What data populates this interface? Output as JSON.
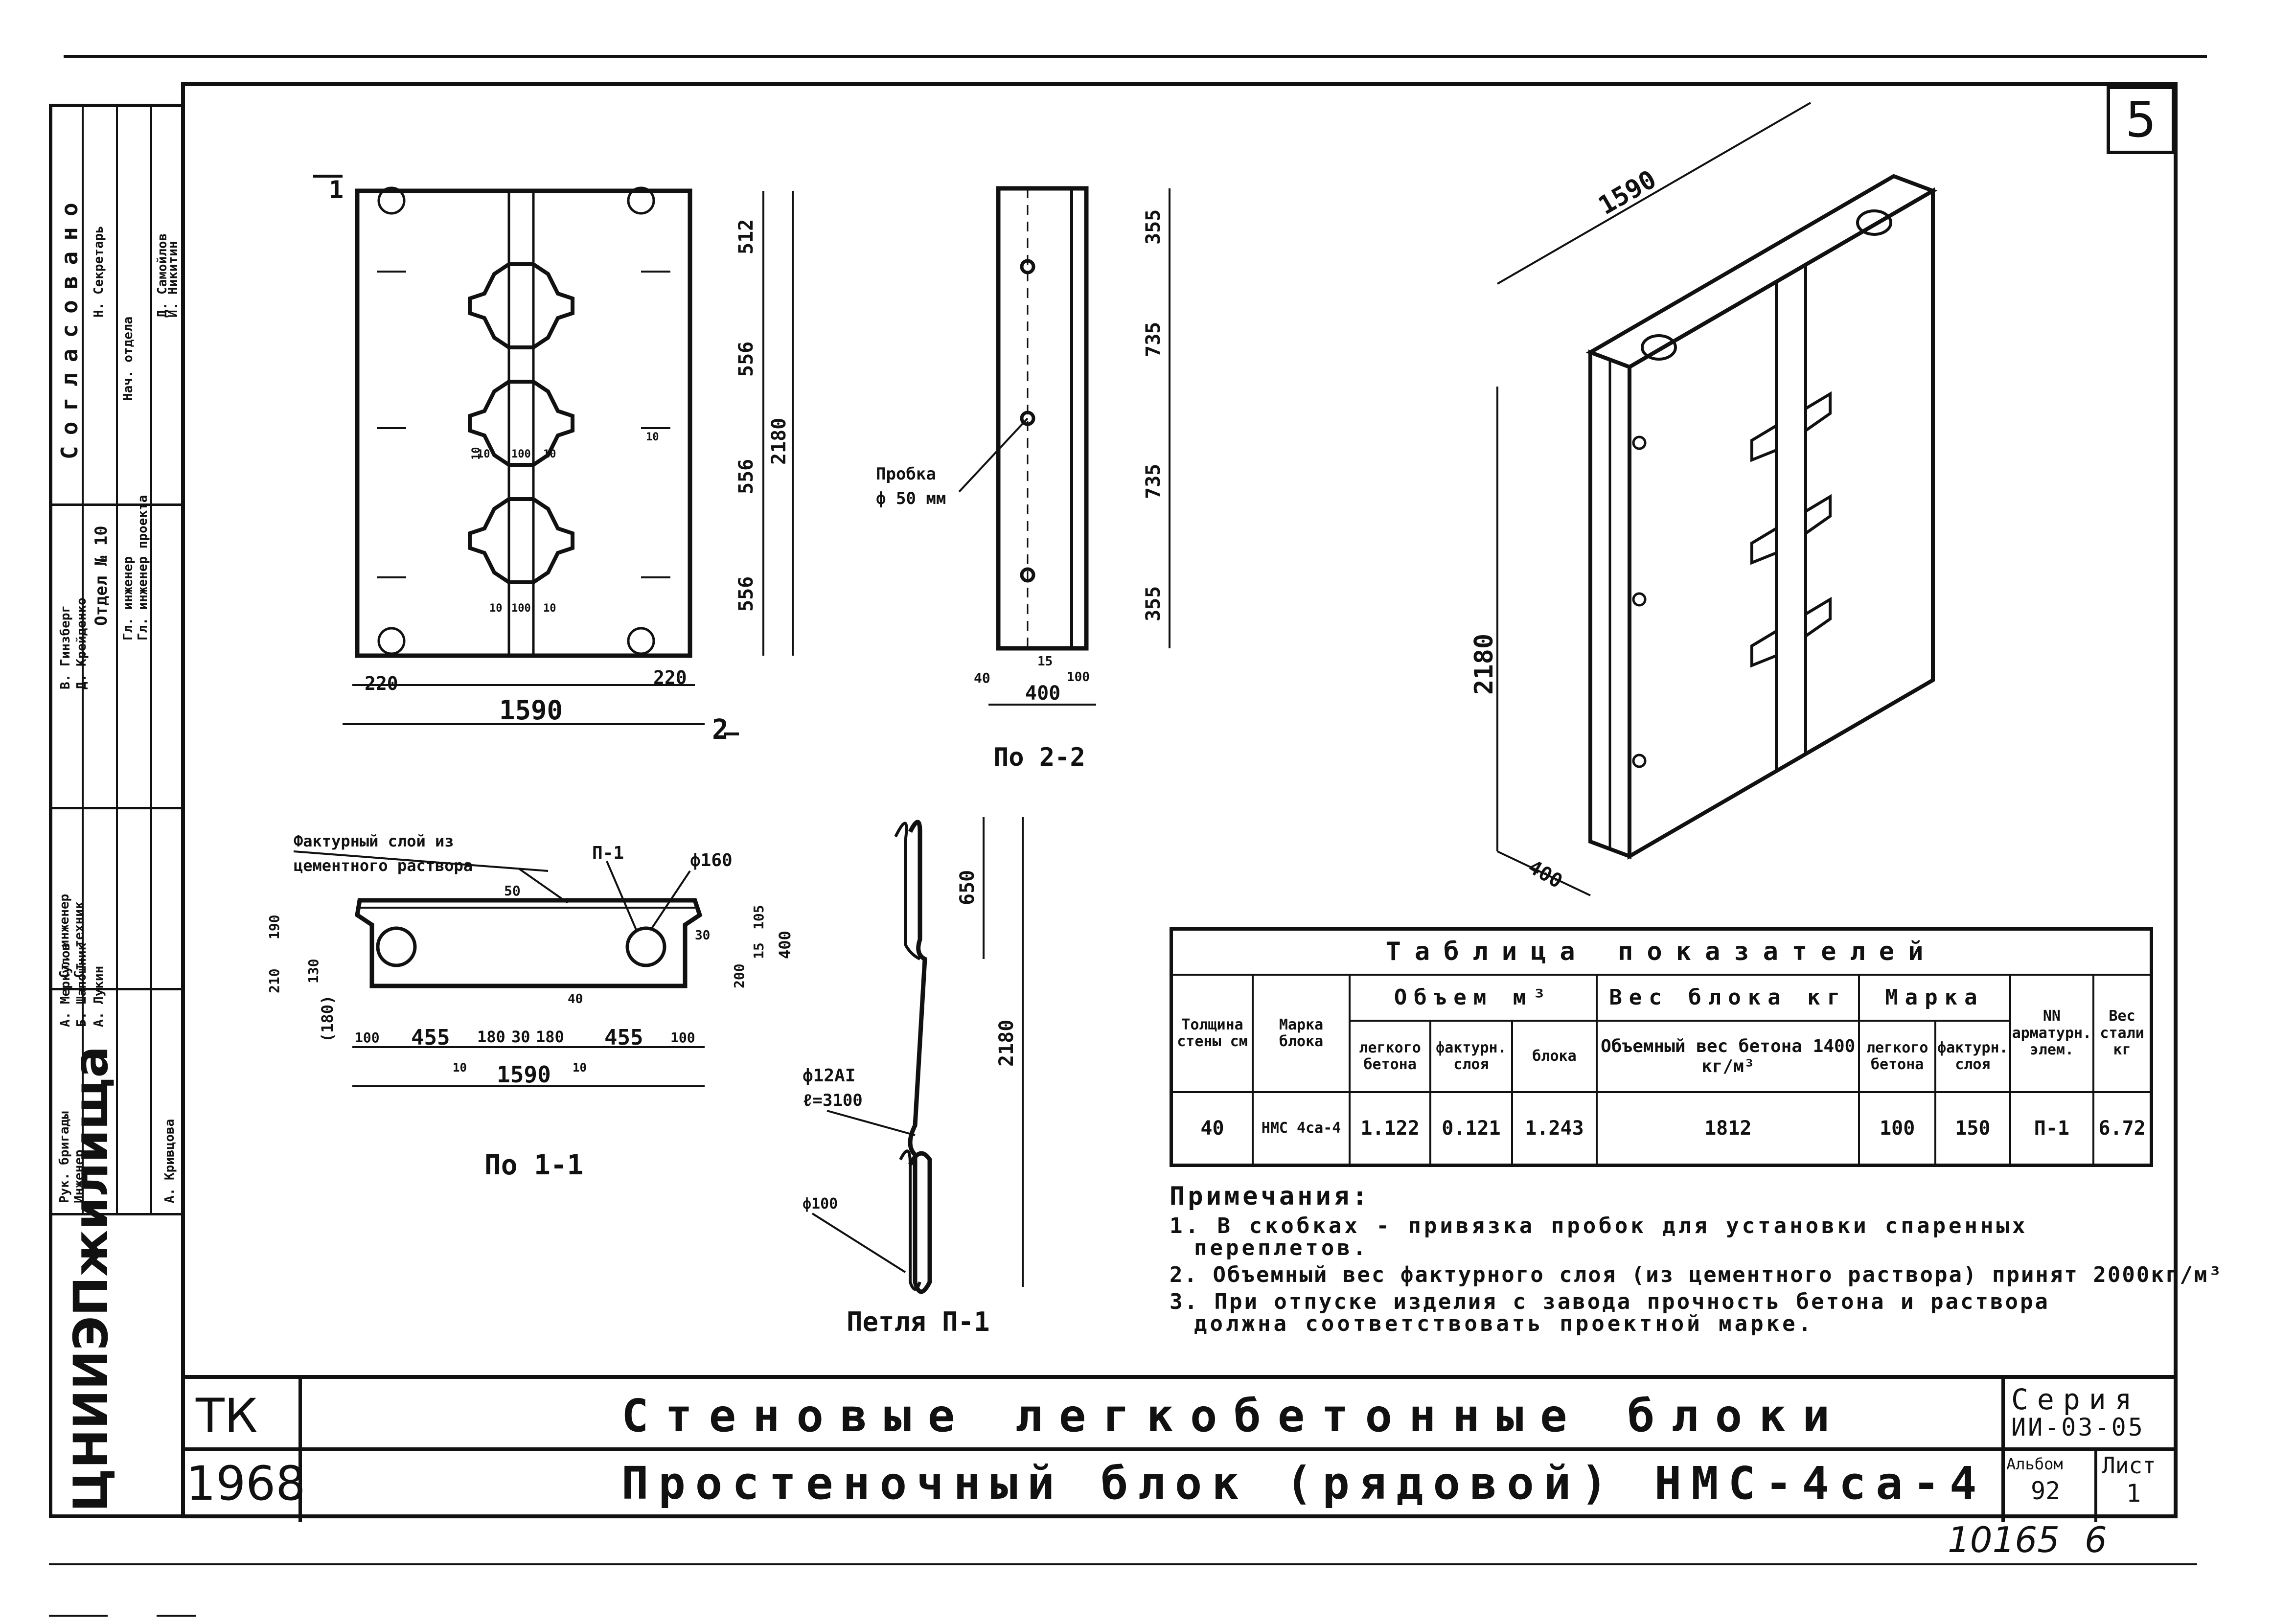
{
  "sheet": {
    "number": "5"
  },
  "drawing": {
    "front_view": {
      "width": "1590",
      "edge_left": "220",
      "edge_right": "220",
      "dims_v": [
        "512",
        "556",
        "556",
        "556"
      ],
      "total_height": "2180",
      "section_mark_1": "1",
      "section_mark_2": "2",
      "small_dims": [
        "10",
        "10",
        "100",
        "10",
        "10",
        "10",
        "100",
        "10"
      ]
    },
    "side_view": {
      "dims_v": [
        "355",
        "735",
        "735",
        "355"
      ],
      "plug_label": "Пробка",
      "plug_size": "ф 50 мм",
      "width": "400",
      "dim_a": "40",
      "dim_b": "15",
      "dim_c": "100",
      "label": "По 2-2"
    },
    "section_1_1": {
      "layer_label_1": "Фактурный слой из",
      "layer_label_2": "цементного раствора",
      "loop_label": "П-1",
      "diam": "ф160",
      "dims_bottom": [
        "100",
        "455",
        "180",
        "30",
        "180",
        "455",
        "100"
      ],
      "total": "1590",
      "sub_dims": [
        "10",
        "10"
      ],
      "left_dims": [
        "210",
        "190",
        "130",
        "(180)"
      ],
      "right_dims": [
        "200",
        "105",
        "15",
        "400"
      ],
      "mid_dims": [
        "50",
        "30",
        "40"
      ],
      "label": "По 1-1"
    },
    "loop": {
      "top_dim": "650",
      "total_dim": "2180",
      "rebar": "ф12АI",
      "length": "ℓ=3100",
      "diam": "ф100",
      "label": "Петля П-1"
    },
    "iso": {
      "length": "1590",
      "height": "2180",
      "thickness": "400"
    }
  },
  "table": {
    "title": "Таблица показателей",
    "col_thickness": "Толщина стены см",
    "col_mark": "Марка блока",
    "group_volume": "Объем м³",
    "sub_light": "легкого бетона",
    "sub_facing": "фактурн. слоя",
    "sub_block": "блока",
    "group_weight": "Вес блока кг",
    "sub_weight": "Объемный вес бетона 1400 кг/м³",
    "group_grade": "Марка",
    "sub_grade_light": "легкого бетона",
    "sub_grade_facing": "фактурн. слоя",
    "col_rebar": "NN арматурн. элем.",
    "col_steel": "Вес стали кг",
    "row": {
      "thickness": "40",
      "mark": "НМС 4са-4",
      "v_light": "1.122",
      "v_facing": "0.121",
      "v_block": "1.243",
      "weight": "1812",
      "grade_light": "100",
      "grade_facing": "150",
      "rebar": "П-1",
      "steel": "6.72"
    }
  },
  "notes": {
    "heading": "Примечания:",
    "lines": [
      "1. В скобках - привязка пробок для установки спаренных",
      "переплетов.",
      "2. Объемный вес фактурного слоя (из цементного раствора) принят 2000кг/м³",
      "3. При отпуске изделия с завода прочность бетона и раствора",
      "должна соответствовать проектной марке."
    ]
  },
  "title_block": {
    "code": "ТК",
    "year": "1968",
    "title_1": "Стеновые легкобетонные блоки",
    "title_2": "Простеночный блок (рядовой) НМС-4са-4",
    "series_label": "Серия",
    "series_value": "ИИ-03-05",
    "album_label": "Альбом",
    "album_value": "92",
    "sheet_label": "Лист",
    "sheet_value": "1"
  },
  "stamp": {
    "number": "10165",
    "copy": "6"
  },
  "sidebar": {
    "org": "ЦНИИЭПжилища",
    "agreed": "Согласовано",
    "roles": [
      "Нач. отдела",
      "Гл. инженер",
      "Гл. инженер проекта",
      "Рук. бригады",
      "Ст. инженер",
      "Ст. техник",
      "Инженер"
    ],
    "names": [
      "В. Гинзберг",
      "Д. Крейденко",
      "А. Меркулов",
      "Б. Шапошник",
      "А. Лукин",
      "А. Кривцова",
      "Д. Самойлов",
      "И. Никитин",
      "Н. Секретарь"
    ],
    "dept": "Отдел № 10"
  },
  "colors": {
    "ink": "#111111",
    "paper": "#ffffff"
  }
}
